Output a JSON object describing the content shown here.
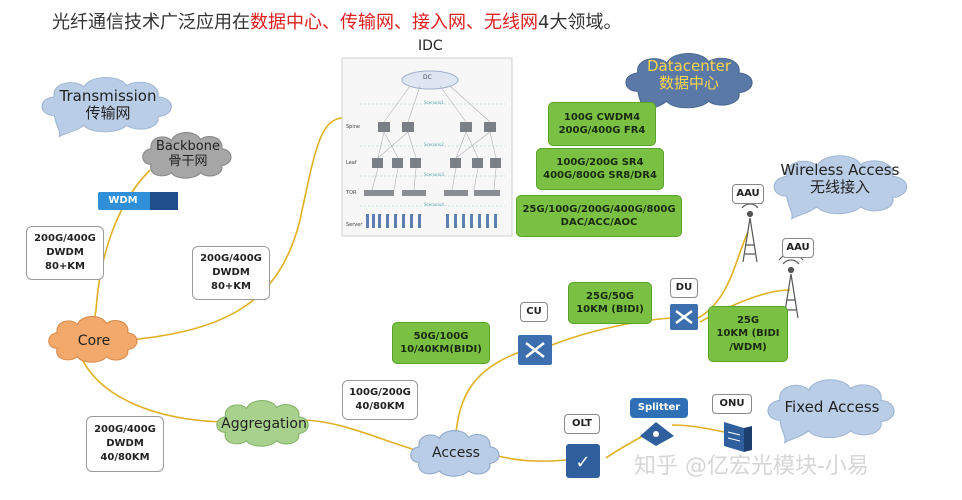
{
  "headline": {
    "part1": "光纤通信技术广泛应用在",
    "part2": "数据中心、传输网、接入网、无线网",
    "part3": "4大领域。"
  },
  "idc": {
    "title": "IDC",
    "dc_label": "DC",
    "tiers": [
      "Spine",
      "Leaf",
      "TOR",
      "Server"
    ],
    "scenario_labels": [
      "Scenario1",
      "Scenario2",
      "Scenario3",
      "Scenario4"
    ]
  },
  "clouds": {
    "transmission": {
      "en": "Transmission",
      "zh": "传输网"
    },
    "backbone": {
      "en": "Backbone",
      "zh": "骨干网"
    },
    "datacenter": {
      "en": "Datacenter",
      "zh": "数据中心"
    },
    "wireless": {
      "en": "Wireless Access",
      "zh": "无线接入"
    },
    "core": "Core",
    "aggregation": "Aggregation",
    "access": "Access",
    "fixed": "Fixed Access"
  },
  "green_boxes": {
    "dc1": [
      "100G CWDM4",
      "200G/400G FR4"
    ],
    "dc2": [
      "100G/200G SR4",
      "400G/800G SR8/DR4"
    ],
    "dc3": [
      "25G/100G/200G/400G/800G",
      "DAC/ACC/AOC"
    ],
    "cu_du": [
      "25G/50G",
      "10KM (BIDI)"
    ],
    "access_cu": [
      "50G/100G",
      "10/40KM(BIDI)"
    ],
    "du_aau": [
      "25G",
      "10KM (BIDI",
      "/WDM)"
    ]
  },
  "white_boxes": {
    "backbone_core": [
      "200G/400G",
      "DWDM",
      "80+KM"
    ],
    "core_idc": [
      "200G/400G",
      "DWDM",
      "80+KM"
    ],
    "core_agg": [
      "200G/400G",
      "DWDM",
      "40/80KM"
    ],
    "agg_access": [
      "100G/200G",
      "40/80KM"
    ]
  },
  "device_labels": {
    "wdm": "WDM",
    "cu": "CU",
    "du": "DU",
    "aau1": "AAU",
    "aau2": "AAU",
    "olt": "OLT",
    "splitter": "Splitter",
    "onu": "ONU"
  },
  "watermark": "知乎 @亿宏光模块-小易",
  "colors": {
    "green_box": "#7ac143",
    "cloud_blue": "#b9cde6",
    "cloud_orange": "#f2a96b",
    "cloud_gray": "#a6a6a6",
    "cloud_green": "#a9d18e",
    "link_yellow": "#e0b020",
    "headline_red": "#e02020",
    "datacenter_text": "#ffd54a"
  }
}
